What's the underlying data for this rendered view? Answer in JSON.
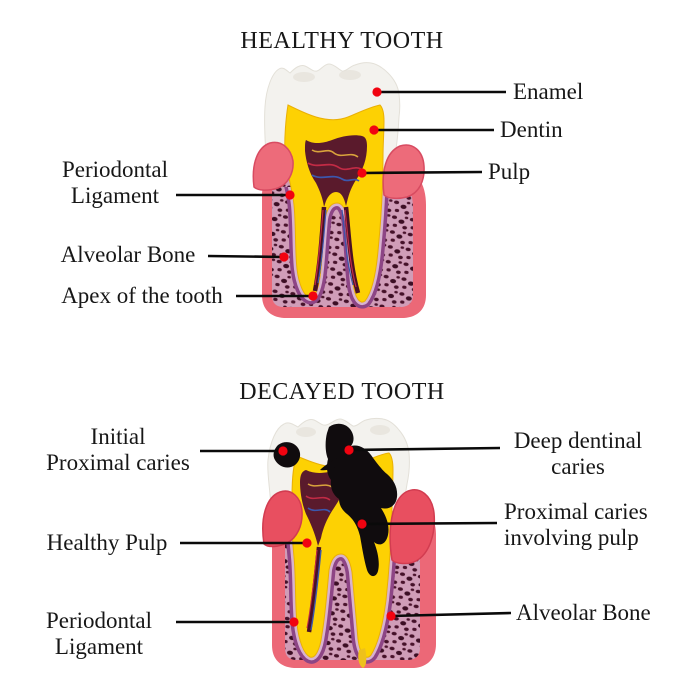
{
  "diagram": {
    "healthy": {
      "title": "HEALTHY TOOTH",
      "labels": {
        "enamel": "Enamel",
        "dentin": "Dentin",
        "pulp": "Pulp",
        "periodontal_ligament": "Periodontal\nLigament",
        "alveolar_bone": "Alveolar Bone",
        "apex": "Apex of the tooth"
      }
    },
    "decayed": {
      "title": "DECAYED TOOTH",
      "labels": {
        "initial_proximal_caries": "Initial\nProximal caries",
        "healthy_pulp": "Healthy Pulp",
        "deep_dentinal_caries": "Deep dentinal\ncaries",
        "proximal_caries_involving_pulp": "Proximal caries\ninvolving pulp",
        "periodontal_ligament": "Periodontal\nLigament",
        "alveolar_bone": "Alveolar Bone"
      }
    },
    "colors": {
      "pointer_dot": "#f10310",
      "leader_line": "#0a0a0a",
      "text": "#171717",
      "enamel": "#f3f2ee",
      "dentin": "#fdd103",
      "pulp": "#5a1a2c",
      "gum": "#ec6877",
      "gum_decayed": "#e84f60",
      "bone": "#d09db8",
      "bone_speckle": "#431129",
      "periodontal_ligament": "#8d4585",
      "caries": "#100c0e"
    }
  }
}
